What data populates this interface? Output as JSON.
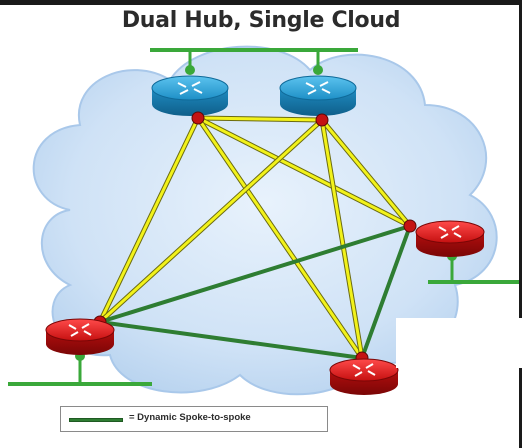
{
  "title": "Dual Hub, Single Cloud",
  "legend": {
    "label": "= Dynamic Spoke-to-spoke",
    "line_color": "#2e7d32"
  },
  "colors": {
    "cloud": "#c9dff5",
    "hub_router": "#2aa0d8",
    "spoke_router": "#d11a1a",
    "static_tunnel": "#f2f21a",
    "dynamic_tunnel": "#2e7d32",
    "lan_segment": "#3aa83a"
  },
  "nodes": [
    {
      "id": "hub-1",
      "role": "hub",
      "icon": "router-icon"
    },
    {
      "id": "hub-2",
      "role": "hub",
      "icon": "router-icon"
    },
    {
      "id": "spoke-1",
      "role": "spoke",
      "icon": "router-icon"
    },
    {
      "id": "spoke-2",
      "role": "spoke",
      "icon": "router-icon"
    },
    {
      "id": "spoke-3",
      "role": "spoke",
      "icon": "router-icon"
    }
  ],
  "links": {
    "static": [
      [
        "hub-1",
        "hub-2"
      ],
      [
        "hub-1",
        "spoke-1"
      ],
      [
        "hub-1",
        "spoke-2"
      ],
      [
        "hub-1",
        "spoke-3"
      ],
      [
        "hub-2",
        "spoke-1"
      ],
      [
        "hub-2",
        "spoke-2"
      ],
      [
        "hub-2",
        "spoke-3"
      ]
    ],
    "dynamic": [
      [
        "spoke-1",
        "spoke-2"
      ],
      [
        "spoke-1",
        "spoke-3"
      ],
      [
        "spoke-2",
        "spoke-3"
      ]
    ]
  }
}
